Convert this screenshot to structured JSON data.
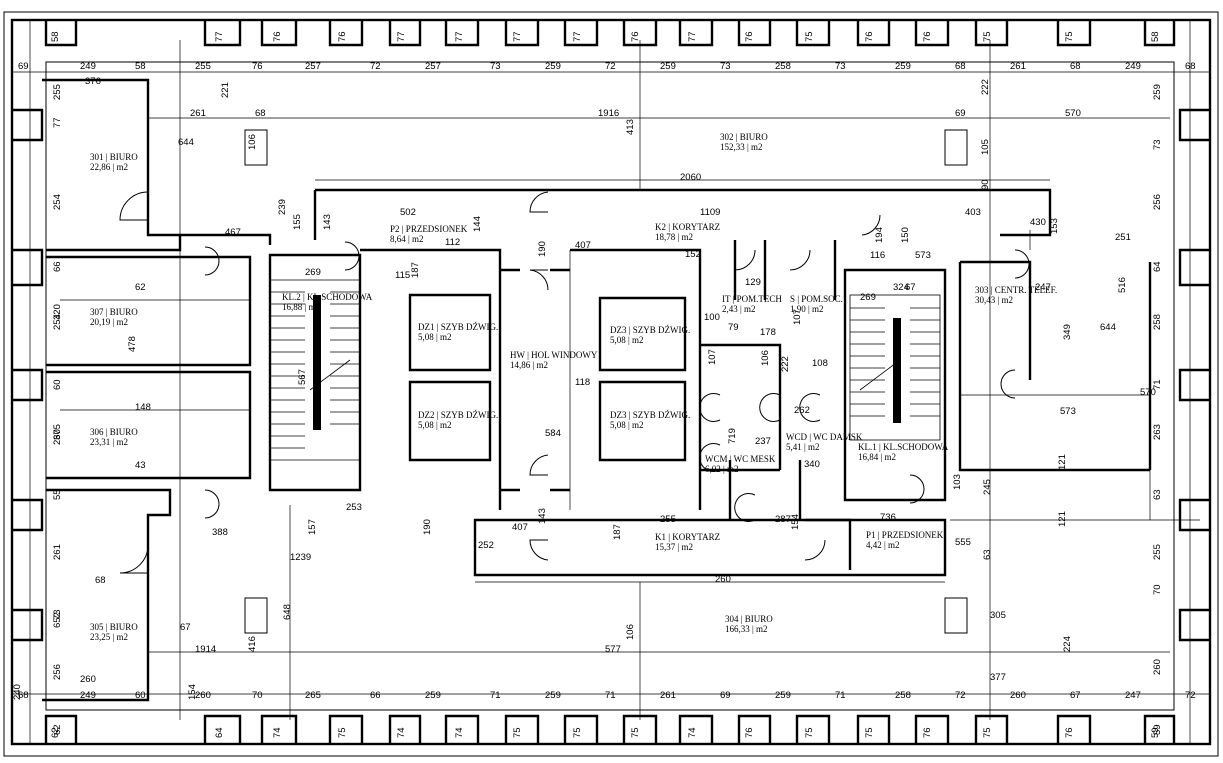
{
  "rooms": [
    {
      "id": "301",
      "name": "BIURO",
      "area": "22,86",
      "unit": "m2"
    },
    {
      "id": "302",
      "name": "BIURO",
      "area": "152,33",
      "unit": "m2"
    },
    {
      "id": "303",
      "name": "CENTR. TELEF.",
      "area": "30,43",
      "unit": "m2"
    },
    {
      "id": "304",
      "name": "BIURO",
      "area": "166,33",
      "unit": "m2"
    },
    {
      "id": "305",
      "name": "BIURO",
      "area": "23,25",
      "unit": "m2"
    },
    {
      "id": "306",
      "name": "BIURO",
      "area": "23,31",
      "unit": "m2"
    },
    {
      "id": "307",
      "name": "BIURO",
      "area": "20,19",
      "unit": "m2"
    },
    {
      "id": "P2",
      "name": "PRZEDSIONEK",
      "area": "8,64",
      "unit": "m2"
    },
    {
      "id": "K2",
      "name": "KORYTARZ",
      "area": "18,78",
      "unit": "m2"
    },
    {
      "id": "KL.2",
      "name": "KL.SCHODOWA",
      "area": "16,88",
      "unit": "m2"
    },
    {
      "id": "DZ1",
      "name": "SZYB DŹWIG.",
      "area": "5,08",
      "unit": "m2"
    },
    {
      "id": "DZ2",
      "name": "SZYB DŹWIG.",
      "area": "5,08",
      "unit": "m2"
    },
    {
      "id": "DZ3",
      "name": "SZYB DŹWIG.",
      "area": "5,08",
      "unit": "m2"
    },
    {
      "id": "DZ3b",
      "label": "DZ3",
      "name": "SZYB DŹWIG.",
      "area": "5,08",
      "unit": "m2"
    },
    {
      "id": "HW",
      "name": "HOL WINDOWY",
      "area": "14,86",
      "unit": "m2"
    },
    {
      "id": "IT",
      "name": "POM.TECH",
      "area": "2,43",
      "unit": "m2"
    },
    {
      "id": "S",
      "name": "POM.SOC.",
      "area": "1,90",
      "unit": "m2"
    },
    {
      "id": "WCM",
      "name": "WC MESK",
      "area": "6,02",
      "unit": "m2"
    },
    {
      "id": "WCD",
      "name": "WC DAMSK",
      "area": "5,41",
      "unit": "m2"
    },
    {
      "id": "KL.1",
      "name": "KL.SCHODOWA",
      "area": "16,84",
      "unit": "m2"
    },
    {
      "id": "K1",
      "name": "KORYTARZ",
      "area": "15,37",
      "unit": "m2"
    },
    {
      "id": "P1",
      "name": "PRZEDSIONEK",
      "area": "4,42",
      "unit": "m2"
    }
  ],
  "dimensions": {
    "top_row": [
      "69",
      "249",
      "58",
      "255",
      "76",
      "257",
      "72",
      "257",
      "73",
      "259",
      "72",
      "259",
      "73",
      "258",
      "73",
      "259",
      "68",
      "261",
      "68",
      "249",
      "68"
    ],
    "top_piers": [
      "58",
      "77",
      "76",
      "76",
      "77",
      "77",
      "77",
      "77",
      "76",
      "77",
      "76",
      "75",
      "76",
      "76",
      "75",
      "75",
      "58"
    ],
    "bottom_row": [
      "68",
      "249",
      "60",
      "260",
      "70",
      "265",
      "66",
      "259",
      "71",
      "259",
      "71",
      "261",
      "69",
      "259",
      "71",
      "258",
      "72",
      "260",
      "67",
      "247",
      "72"
    ],
    "bottom_piers": [
      "62",
      "64",
      "74",
      "75",
      "74",
      "74",
      "75",
      "75",
      "75",
      "74",
      "76",
      "75",
      "75",
      "76",
      "75",
      "76",
      "59"
    ],
    "left_col": [
      "255",
      "77",
      "254",
      "66",
      "320",
      "254",
      "60",
      "375",
      "260",
      "55",
      "261",
      "73",
      "652",
      "256",
      "62"
    ],
    "right_col": [
      "259",
      "73",
      "256",
      "64",
      "258",
      "71",
      "263",
      "63",
      "255",
      "70",
      "260",
      "59"
    ],
    "misc": [
      "376",
      "261",
      "68",
      "644",
      "221",
      "106",
      "239",
      "1916",
      "413",
      "570",
      "69",
      "222",
      "105",
      "90",
      "2060",
      "467",
      "155",
      "143",
      "502",
      "112",
      "144",
      "1109",
      "403",
      "194",
      "150",
      "153",
      "430",
      "251",
      "190",
      "407",
      "152",
      "129",
      "116",
      "573",
      "62",
      "269",
      "67",
      "115",
      "187",
      "100",
      "79",
      "178",
      "107",
      "269",
      "324",
      "247",
      "516",
      "349",
      "644",
      "478",
      "567",
      "118",
      "107",
      "106",
      "108",
      "222",
      "262",
      "237",
      "584",
      "719",
      "573",
      "570",
      "148",
      "43",
      "340",
      "253",
      "388",
      "157",
      "190",
      "252",
      "407",
      "143",
      "255",
      "187",
      "287",
      "154",
      "736",
      "555",
      "121",
      "121",
      "245",
      "103",
      "1239",
      "648",
      "260",
      "67",
      "1914",
      "416",
      "577",
      "106",
      "224",
      "305",
      "377",
      "68",
      "260",
      "240",
      "154",
      "63"
    ]
  }
}
